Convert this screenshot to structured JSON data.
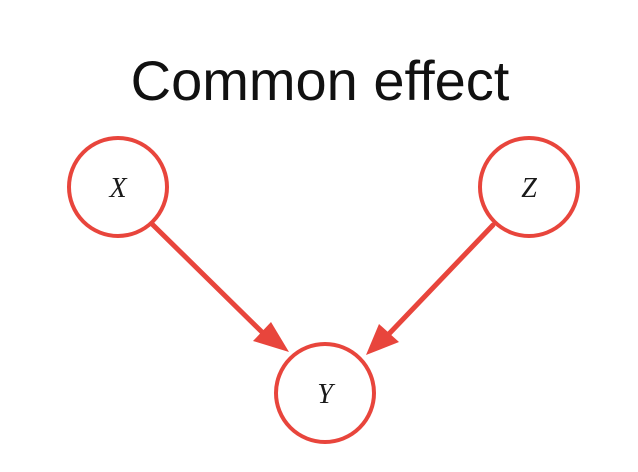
{
  "title": "Common effect",
  "colors": {
    "node_stroke": "#e8453c",
    "edge": "#e8453c",
    "text": "#111111",
    "background": "#ffffff"
  },
  "nodes": [
    {
      "id": "x",
      "label": "X"
    },
    {
      "id": "z",
      "label": "Z"
    },
    {
      "id": "y",
      "label": "Y"
    }
  ],
  "edges": [
    {
      "from": "x",
      "to": "y"
    },
    {
      "from": "z",
      "to": "y"
    }
  ]
}
